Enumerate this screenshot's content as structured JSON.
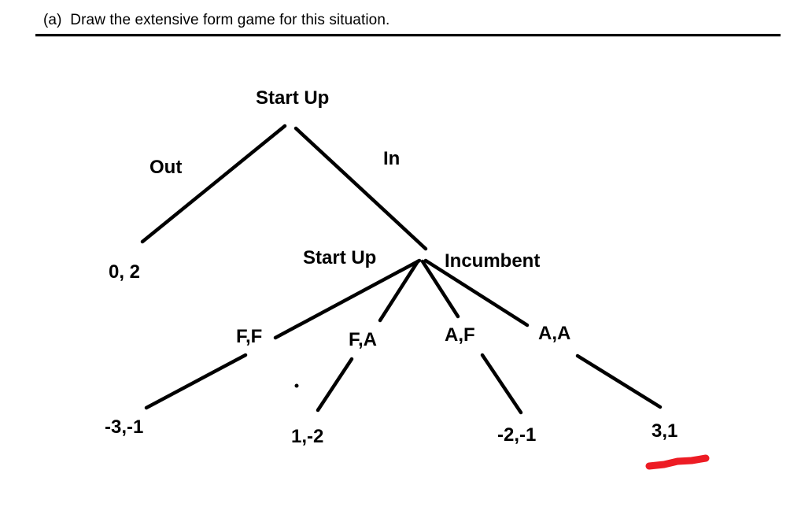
{
  "title": "(a)  Draw the extensive form game for this situation.",
  "tree": {
    "root": {
      "player": "Start Up"
    },
    "level1": {
      "left_action": "Out",
      "right_action": "In",
      "out_payoff": "0, 2"
    },
    "node2": {
      "left_player": "Start Up",
      "right_player": "Incumbent"
    },
    "branches": [
      {
        "action": "F,F",
        "payoff": "-3,-1"
      },
      {
        "action": "F,A",
        "payoff": "1,-2"
      },
      {
        "action": "A,F",
        "payoff": "-2,-1"
      },
      {
        "action": "A,A",
        "payoff": "3,1"
      }
    ]
  },
  "colors": {
    "ink": "#000000",
    "highlight_red": "#ed1c24"
  }
}
